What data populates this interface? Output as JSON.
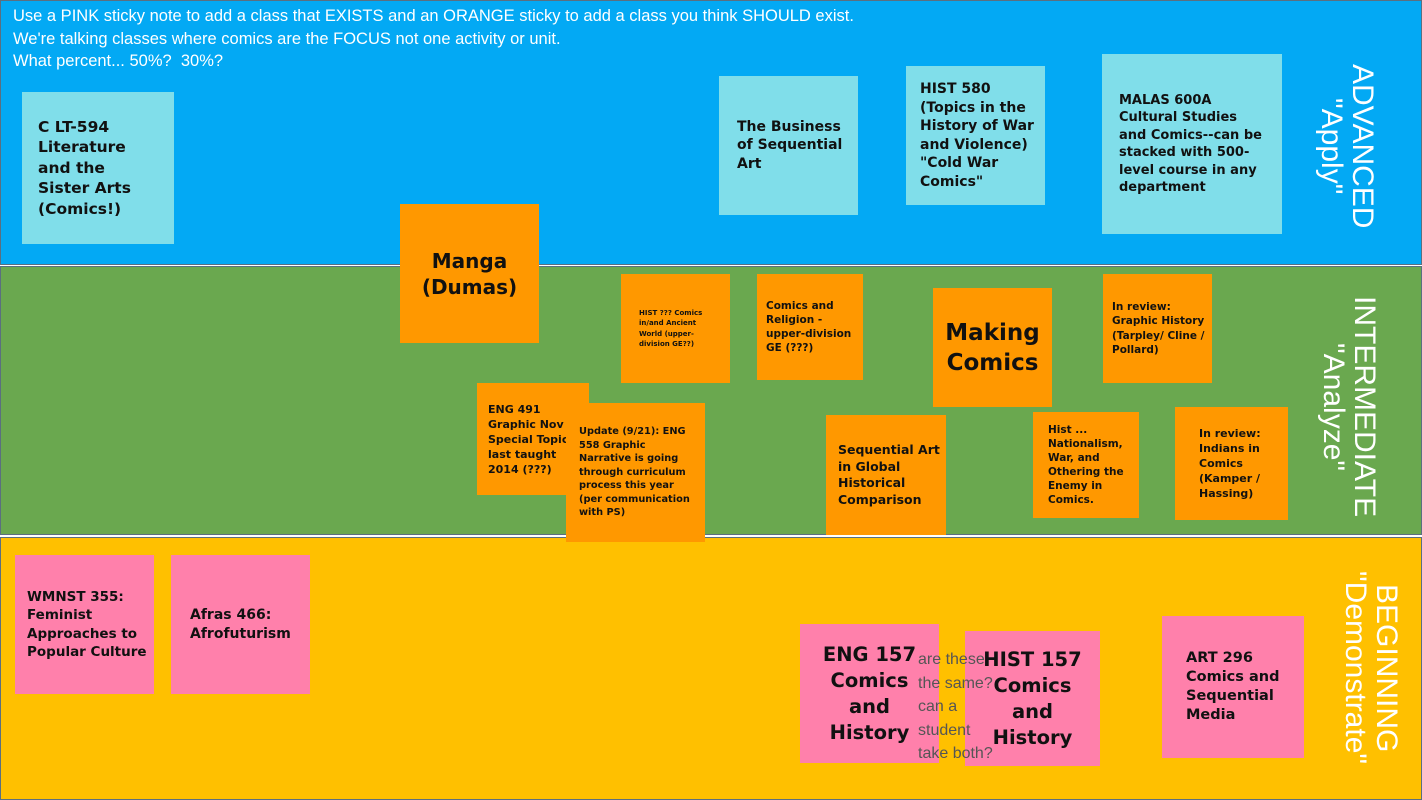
{
  "instructions": {
    "line1": "Use a PINK sticky note to add a class that EXISTS and an ORANGE sticky to add a class you think SHOULD exist.",
    "line2": "We're talking classes where comics are the FOCUS not one activity or unit.",
    "line3": "What percent... 50%?  30%?"
  },
  "bands": {
    "advanced": {
      "line1": "ADVANCED",
      "line2": "\"Apply\""
    },
    "intermediate": {
      "line1": "INTERMEDIATE",
      "line2": "\"Analyze\""
    },
    "beginning": {
      "line1": "BEGINNING",
      "line2": "\"Demonstrate\""
    }
  },
  "colors": {
    "advanced": "#03a9f4",
    "intermediate": "#6aa84f",
    "beginning": "#ffc000",
    "pink_note": "#ff80ab",
    "orange_note": "#ff9800",
    "blue_note": "#80deea"
  },
  "notes": {
    "clt594": "C LT-594 Literature and the Sister Arts (Comics!)",
    "business": "The Business of Sequential Art",
    "hist580": "HIST 580 (Topics in the History of War and Violence) \"Cold War Comics\"",
    "malas": "MALAS 600A Cultural Studies and Comics--can be stacked with 500-level course in any department",
    "manga": "Manga (Dumas)",
    "ancient": "HIST ??? Comics in/and Ancient World (upper-division GE??)",
    "religion": "Comics and Religion - upper-division GE (???)",
    "making": "Making Comics",
    "graphic_history": "In review: Graphic History (Tarpley/ Cline / Pollard)",
    "eng491": "ENG 491 Graphic Nov -- Special Topics, last taught 2014 (???)",
    "eng558": "Update (9/21):  ENG 558 Graphic Narrative is going through curriculum process this year (per communication with PS)",
    "sequential_global": "Sequential Art in Global Historical Comparison",
    "nationalism": "Hist ... Nationalism, War, and Othering the Enemy in Comics.",
    "indians": "In review: Indians in Comics (Kamper / Hassing)",
    "wmnst": "WMNST 355: Feminist Approaches to Popular Culture",
    "afras": "Afras 466: Afrofuturism",
    "eng157": "ENG 157 Comics and History",
    "hist157": "HIST 157 Comics and History",
    "art296": "ART 296 Comics and Sequential Media"
  },
  "comment": "are these\nthe same?\ncan a\nstudent\ntake both?"
}
